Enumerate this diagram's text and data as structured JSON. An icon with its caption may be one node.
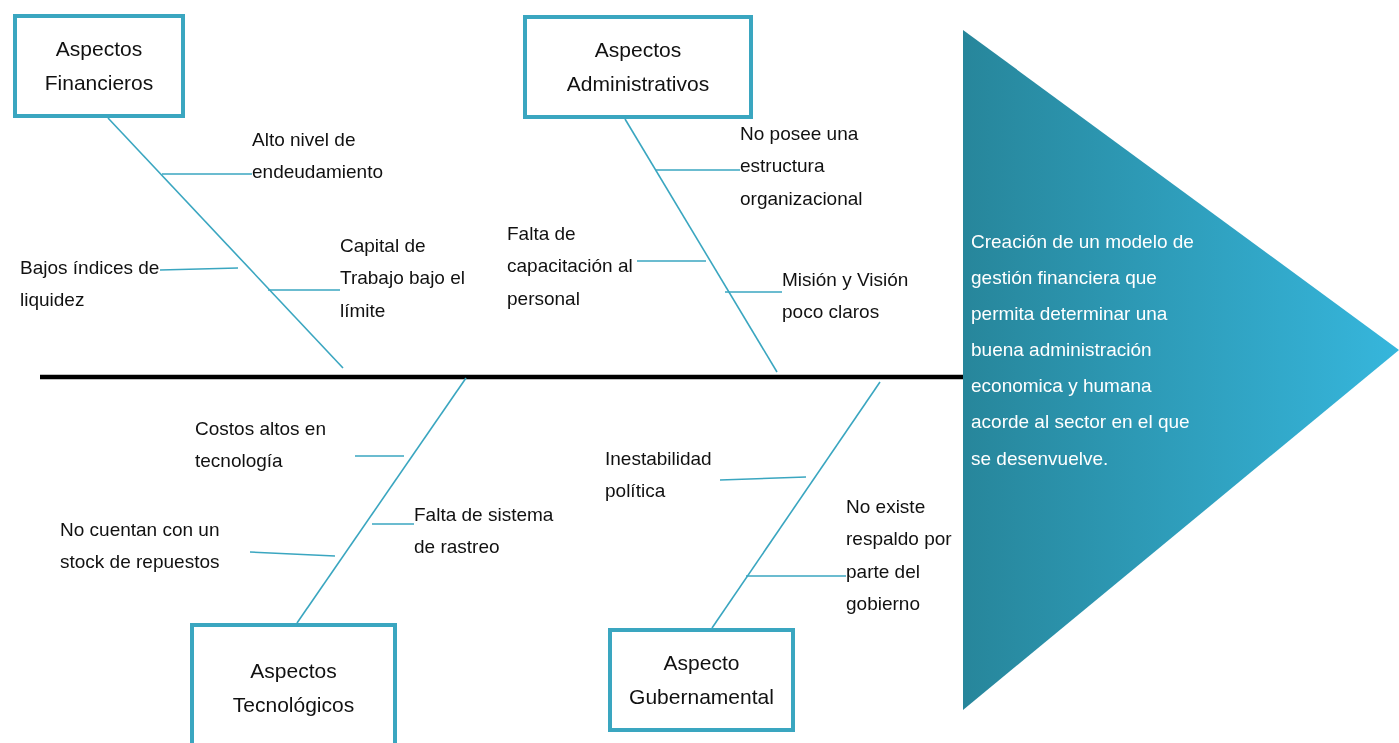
{
  "diagram": {
    "nodes": [
      {
        "text": [
          "Aspectos Financieros"
        ]
      },
      {
        "text": [
          "Aspectos Administrativos"
        ]
      },
      {
        "text": [
          "Aspectos Tecnológicos"
        ]
      },
      {
        "text": [
          "Aspecto Gubernamental"
        ]
      },
      {
        "text": [
          "Creación de un modelo de gestión financiera que  permita determinar una buena administración economica y humana acorde al sector en el que se desenvuelve."
        ]
      },
      {
        "text": [
          "Alto nivel de endeudamiento"
        ]
      },
      {
        "text": [
          "Bajos índices de liquidez"
        ]
      },
      {
        "text": [
          "Capital de Trabajo bajo el límite"
        ]
      },
      {
        "text": [
          "No posee una estructura organizacional"
        ]
      },
      {
        "text": [
          "Falta de capacitación al personal"
        ]
      },
      {
        "text": [
          "Misión y Visión poco claros"
        ]
      },
      {
        "text": [
          "Costos altos en tecnología"
        ]
      },
      {
        "text": [
          "Falta de sistema de rastreo"
        ]
      },
      {
        "text": [
          "No cuentan con un stock de repuestos"
        ]
      },
      {
        "text": [
          "Inestabilidad política"
        ]
      },
      {
        "text": [
          "No existe respaldo por parte del gobierno"
        ]
      }
    ],
    "edges": [
      {
        "from": null,
        "to": 4,
        "arrow": "none",
        "style": "thick",
        "color": "#000000"
      },
      {
        "from": 0,
        "to": null,
        "arrow": "none"
      },
      {
        "from": 1,
        "to": null,
        "arrow": "none"
      },
      {
        "from": 2,
        "to": null,
        "arrow": "none"
      },
      {
        "from": 3,
        "to": null,
        "arrow": "none"
      },
      {
        "from": 5,
        "to": null,
        "arrow": "none"
      },
      {
        "from": 6,
        "to": null,
        "arrow": "none"
      },
      {
        "from": 7,
        "to": null,
        "arrow": "none"
      },
      {
        "from": 8,
        "to": null,
        "arrow": "none"
      },
      {
        "from": 9,
        "to": null,
        "arrow": "none"
      },
      {
        "from": 10,
        "to": null,
        "arrow": "none"
      },
      {
        "from": 11,
        "to": null,
        "arrow": "none"
      },
      {
        "from": 12,
        "to": null,
        "arrow": "none"
      },
      {
        "from": 13,
        "to": null,
        "arrow": "none"
      },
      {
        "from": 14,
        "to": null,
        "arrow": "none"
      },
      {
        "from": 15,
        "to": null,
        "arrow": "none"
      }
    ]
  }
}
